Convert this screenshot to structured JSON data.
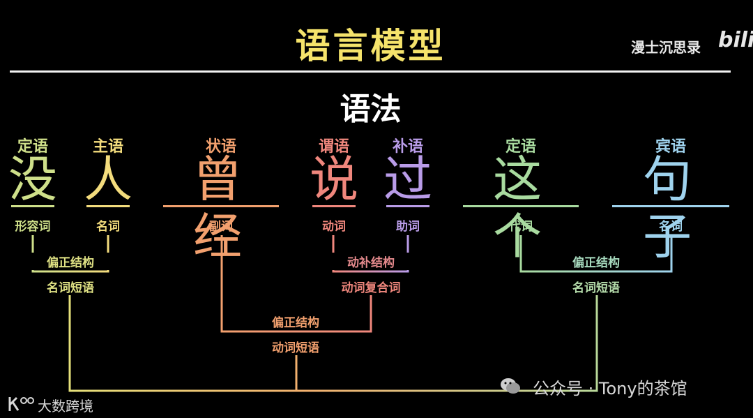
{
  "header": {
    "title": "语言模型",
    "subtitle": "语法",
    "channel": "漫士沉思录",
    "platform_logo": "bili"
  },
  "colors": {
    "yellow_green": "#cfe08a",
    "yellow": "#f3dc7d",
    "orange": "#f2a06e",
    "salmon": "#f0877d",
    "lavender": "#b99ce8",
    "green": "#a9dba0",
    "light_blue": "#9fd3ee"
  },
  "sentence": [
    {
      "role": "定语",
      "word": "没",
      "pos": "形容词"
    },
    {
      "role": "主语",
      "word": "人",
      "pos": "名词"
    },
    {
      "role": "状语",
      "word": "曾 经",
      "pos": "副词"
    },
    {
      "role": "谓语",
      "word": "说",
      "pos": "动词"
    },
    {
      "role": "补语",
      "word": "过",
      "pos": "助词"
    },
    {
      "role": "定语",
      "word": "这 个",
      "pos": "代词"
    },
    {
      "role": "宾语",
      "word": "句 子",
      "pos": "名词"
    }
  ],
  "tree": {
    "np1_relation": "偏正结构",
    "np1_phrase": "名词短语",
    "vc_relation": "动补结构",
    "vc_phrase": "动词复合词",
    "np2_relation": "偏正结构",
    "np2_phrase": "名词短语",
    "vp_relation": "偏正结构",
    "vp_phrase": "动词短语"
  },
  "watermarks": {
    "right": "公众号 · Tony的茶馆",
    "left": "大数跨境"
  },
  "icons": [
    "wechat-icon",
    "k-logo-icon"
  ]
}
